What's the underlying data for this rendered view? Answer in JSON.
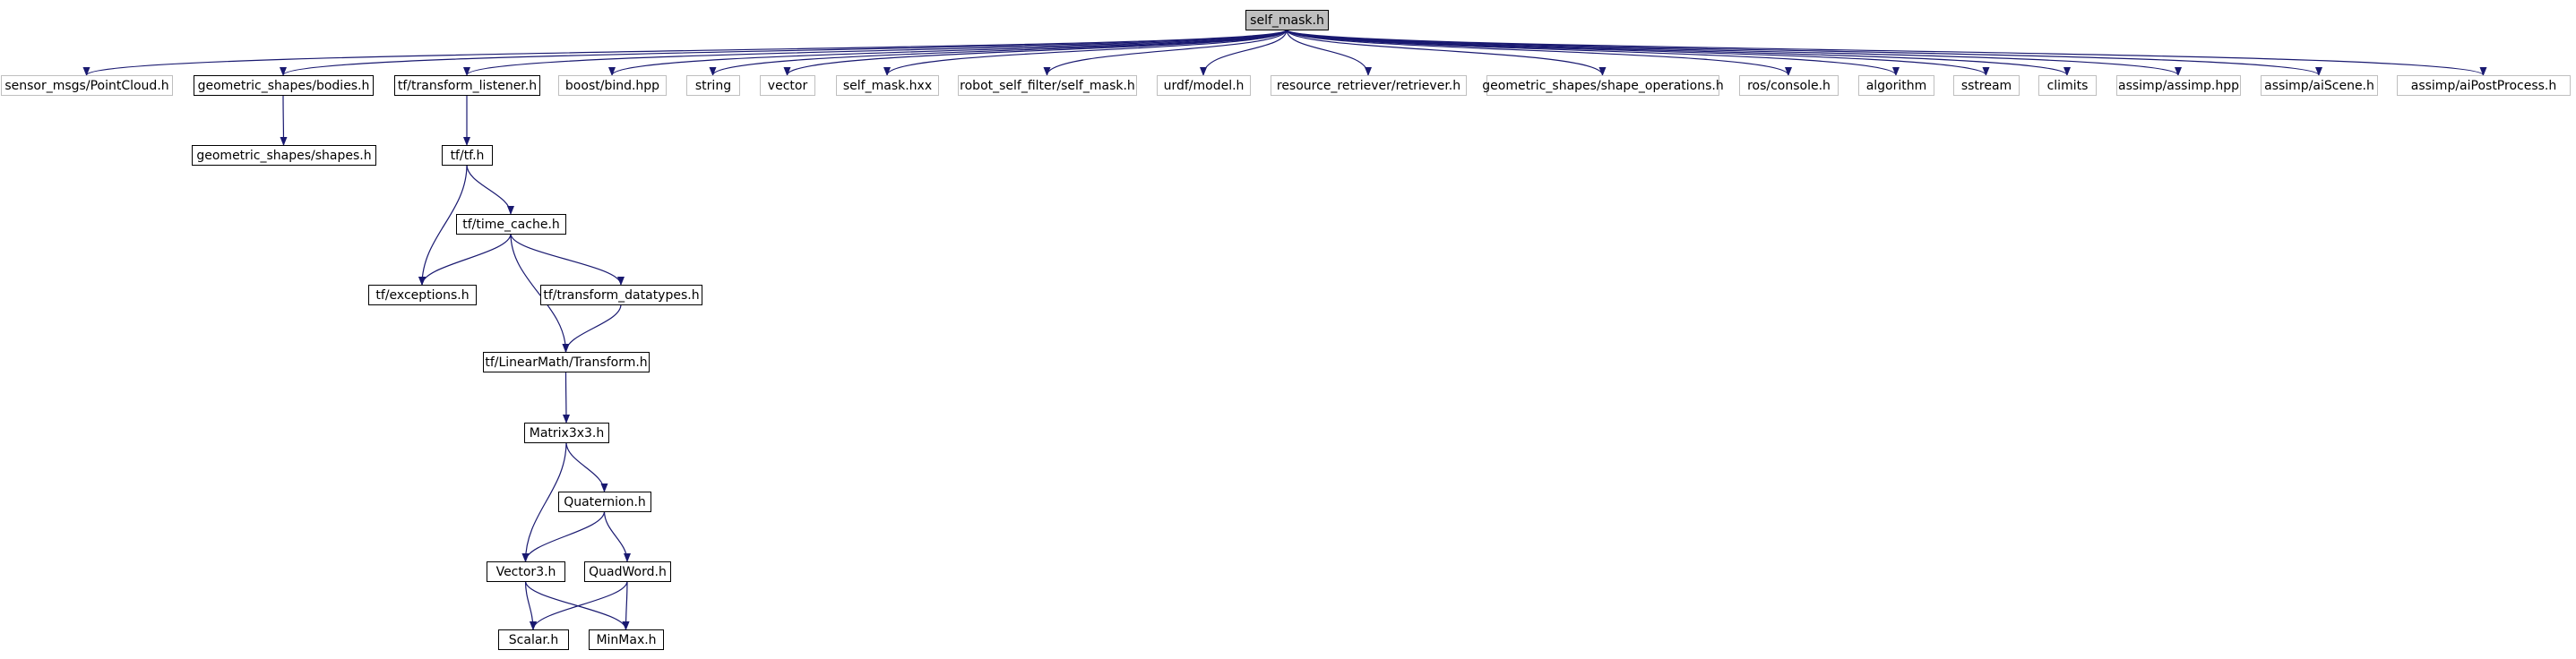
{
  "colors": {
    "edge": "#191970",
    "node_border": "#000000",
    "external_border": "#bfbfbf",
    "root_fill": "#bfbfbf",
    "background": "#ffffff"
  },
  "nodes": [
    {
      "id": "self_mask_h",
      "label": "self_mask.h",
      "kind": "root"
    },
    {
      "id": "sensor_msgs_pointcloud",
      "label": "sensor_msgs/PointCloud.h",
      "kind": "external"
    },
    {
      "id": "geometric_shapes_bodies",
      "label": "geometric_shapes/bodies.h",
      "kind": "internal"
    },
    {
      "id": "tf_transform_listener",
      "label": "tf/transform_listener.h",
      "kind": "internal"
    },
    {
      "id": "boost_bind",
      "label": "boost/bind.hpp",
      "kind": "external"
    },
    {
      "id": "string",
      "label": "string",
      "kind": "external"
    },
    {
      "id": "vector",
      "label": "vector",
      "kind": "external"
    },
    {
      "id": "self_mask_hxx",
      "label": "self_mask.hxx",
      "kind": "external"
    },
    {
      "id": "robot_self_filter_self_mask",
      "label": "robot_self_filter/self_mask.h",
      "kind": "external"
    },
    {
      "id": "urdf_model",
      "label": "urdf/model.h",
      "kind": "external"
    },
    {
      "id": "resource_retriever",
      "label": "resource_retriever/retriever.h",
      "kind": "external"
    },
    {
      "id": "geometric_shapes_shape_operations",
      "label": "geometric_shapes/shape_operations.h",
      "kind": "external"
    },
    {
      "id": "ros_console",
      "label": "ros/console.h",
      "kind": "external"
    },
    {
      "id": "algorithm",
      "label": "algorithm",
      "kind": "external"
    },
    {
      "id": "sstream",
      "label": "sstream",
      "kind": "external"
    },
    {
      "id": "climits",
      "label": "climits",
      "kind": "external"
    },
    {
      "id": "assimp_assimp",
      "label": "assimp/assimp.hpp",
      "kind": "external"
    },
    {
      "id": "assimp_aiscene",
      "label": "assimp/aiScene.h",
      "kind": "external"
    },
    {
      "id": "assimp_aipostprocess",
      "label": "assimp/aiPostProcess.h",
      "kind": "external"
    },
    {
      "id": "geometric_shapes_shapes",
      "label": "geometric_shapes/shapes.h",
      "kind": "internal"
    },
    {
      "id": "tf_tf",
      "label": "tf/tf.h",
      "kind": "internal"
    },
    {
      "id": "tf_time_cache",
      "label": "tf/time_cache.h",
      "kind": "internal"
    },
    {
      "id": "tf_exceptions",
      "label": "tf/exceptions.h",
      "kind": "internal"
    },
    {
      "id": "tf_transform_datatypes",
      "label": "tf/transform_datatypes.h",
      "kind": "internal"
    },
    {
      "id": "tf_linearmath_transform",
      "label": "tf/LinearMath/Transform.h",
      "kind": "internal"
    },
    {
      "id": "matrix3x3",
      "label": "Matrix3x3.h",
      "kind": "internal"
    },
    {
      "id": "quaternion",
      "label": "Quaternion.h",
      "kind": "internal"
    },
    {
      "id": "vector3",
      "label": "Vector3.h",
      "kind": "internal"
    },
    {
      "id": "quadword",
      "label": "QuadWord.h",
      "kind": "internal"
    },
    {
      "id": "scalar",
      "label": "Scalar.h",
      "kind": "internal"
    },
    {
      "id": "minmax",
      "label": "MinMax.h",
      "kind": "internal"
    }
  ],
  "edges": [
    [
      "self_mask_h",
      "sensor_msgs_pointcloud"
    ],
    [
      "self_mask_h",
      "geometric_shapes_bodies"
    ],
    [
      "self_mask_h",
      "tf_transform_listener"
    ],
    [
      "self_mask_h",
      "boost_bind"
    ],
    [
      "self_mask_h",
      "string"
    ],
    [
      "self_mask_h",
      "vector"
    ],
    [
      "self_mask_h",
      "self_mask_hxx"
    ],
    [
      "self_mask_h",
      "robot_self_filter_self_mask"
    ],
    [
      "self_mask_h",
      "urdf_model"
    ],
    [
      "self_mask_h",
      "resource_retriever"
    ],
    [
      "self_mask_h",
      "geometric_shapes_shape_operations"
    ],
    [
      "self_mask_h",
      "ros_console"
    ],
    [
      "self_mask_h",
      "algorithm"
    ],
    [
      "self_mask_h",
      "sstream"
    ],
    [
      "self_mask_h",
      "climits"
    ],
    [
      "self_mask_h",
      "assimp_assimp"
    ],
    [
      "self_mask_h",
      "assimp_aiscene"
    ],
    [
      "self_mask_h",
      "assimp_aipostprocess"
    ],
    [
      "geometric_shapes_bodies",
      "geometric_shapes_shapes"
    ],
    [
      "tf_transform_listener",
      "tf_tf"
    ],
    [
      "tf_tf",
      "tf_exceptions"
    ],
    [
      "tf_tf",
      "tf_time_cache"
    ],
    [
      "tf_time_cache",
      "tf_exceptions"
    ],
    [
      "tf_time_cache",
      "tf_linearmath_transform"
    ],
    [
      "tf_time_cache",
      "tf_transform_datatypes"
    ],
    [
      "tf_transform_datatypes",
      "tf_linearmath_transform"
    ],
    [
      "tf_linearmath_transform",
      "matrix3x3"
    ],
    [
      "matrix3x3",
      "vector3"
    ],
    [
      "matrix3x3",
      "quaternion"
    ],
    [
      "quaternion",
      "vector3"
    ],
    [
      "quaternion",
      "quadword"
    ],
    [
      "vector3",
      "scalar"
    ],
    [
      "vector3",
      "minmax"
    ],
    [
      "quadword",
      "scalar"
    ],
    [
      "quadword",
      "minmax"
    ]
  ]
}
